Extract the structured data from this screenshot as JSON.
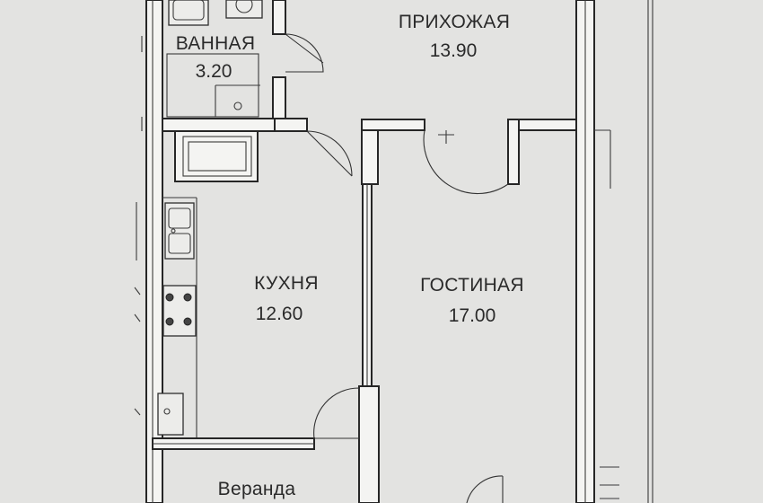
{
  "rooms": {
    "bathroom": {
      "name": "ВАННАЯ",
      "area": "3.20"
    },
    "hallway": {
      "name": "ПРИХОЖАЯ",
      "area": "13.90"
    },
    "kitchen": {
      "name": "КУХНЯ",
      "area": "12.60"
    },
    "living": {
      "name": "ГОСТИНАЯ",
      "area": "17.00"
    },
    "veranda": {
      "name": "Веранда"
    }
  },
  "colors": {
    "paper": "#e3e3e1",
    "walls": "#262626"
  }
}
